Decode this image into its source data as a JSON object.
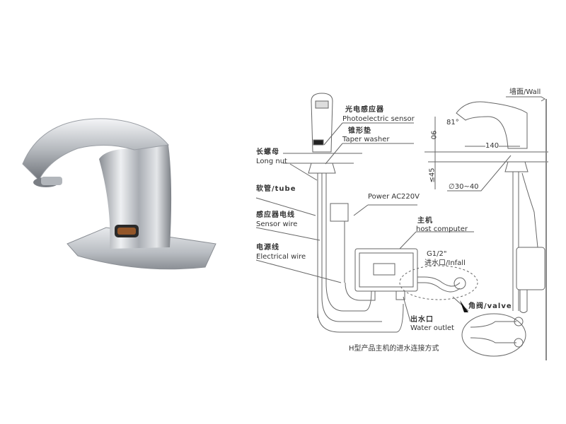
{
  "photo": {
    "alt_icon": "chrome-sensor-faucet-photo"
  },
  "diagram": {
    "sensor_cn": "光电感应器",
    "sensor_en": "Photoelectric sensor",
    "washer_cn": "锥形垫",
    "washer_en": "Taper washer",
    "nut_cn": "长螺母",
    "nut_en": "Long nut",
    "tube": "软管/tube",
    "power": "Power AC220V",
    "sensor_wire_cn": "感应器电线",
    "sensor_wire_en": "Sensor wire",
    "host_cn": "主机",
    "host_en": "host computer",
    "elec_cn": "电源线",
    "elec_en": "Electrical wire",
    "thread": "G1/2\"",
    "infall": "进水口/Infall",
    "valve": "角阀/valve",
    "outlet_cn": "出水口",
    "outlet_en": "Water outlet",
    "caption": "H型产品主机的进水连接方式",
    "wall": "墙面/Wall",
    "angle": "81°",
    "height": "90",
    "reach": "140",
    "thickness": "≤45",
    "hole": "∅30~40"
  }
}
